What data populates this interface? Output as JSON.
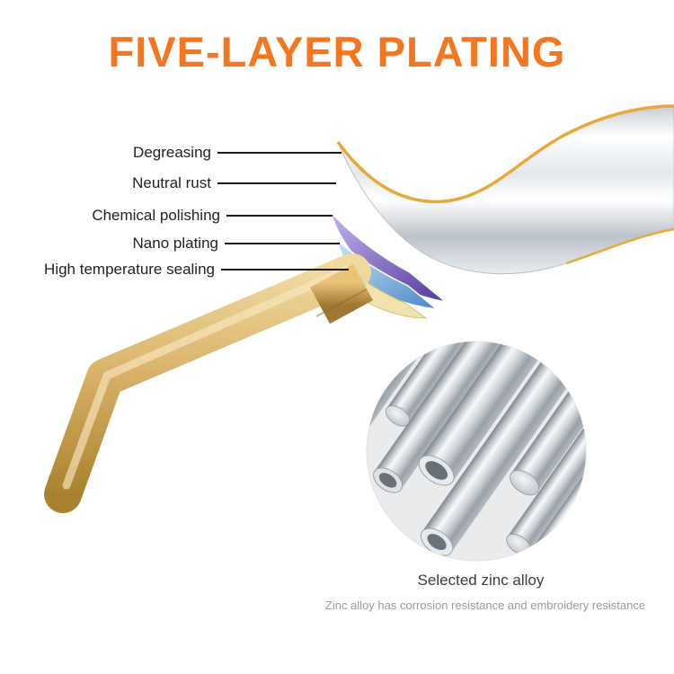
{
  "title": {
    "text": "FIVE-LAYER PLATING",
    "color": "#f4761f"
  },
  "labels": [
    {
      "text": "Degreasing"
    },
    {
      "text": "Neutral rust"
    },
    {
      "text": "Chemical polishing"
    },
    {
      "text": "Nano plating"
    },
    {
      "text": "High temperature sealing"
    }
  ],
  "inset": {
    "caption": "Selected zinc alloy",
    "subcaption": "Zinc alloy has corrosion resistance and embroidery resistance"
  },
  "illustration": {
    "handle_color": "#c9a25a",
    "layer_colors": {
      "chrome": "#e6eaee",
      "purple": "#6a4fb0",
      "blue": "#5a9ad8",
      "cream": "#f2e2ae",
      "gold_edge": "#e8a83c"
    },
    "photo_subject": "zinc-alloy-rods"
  }
}
